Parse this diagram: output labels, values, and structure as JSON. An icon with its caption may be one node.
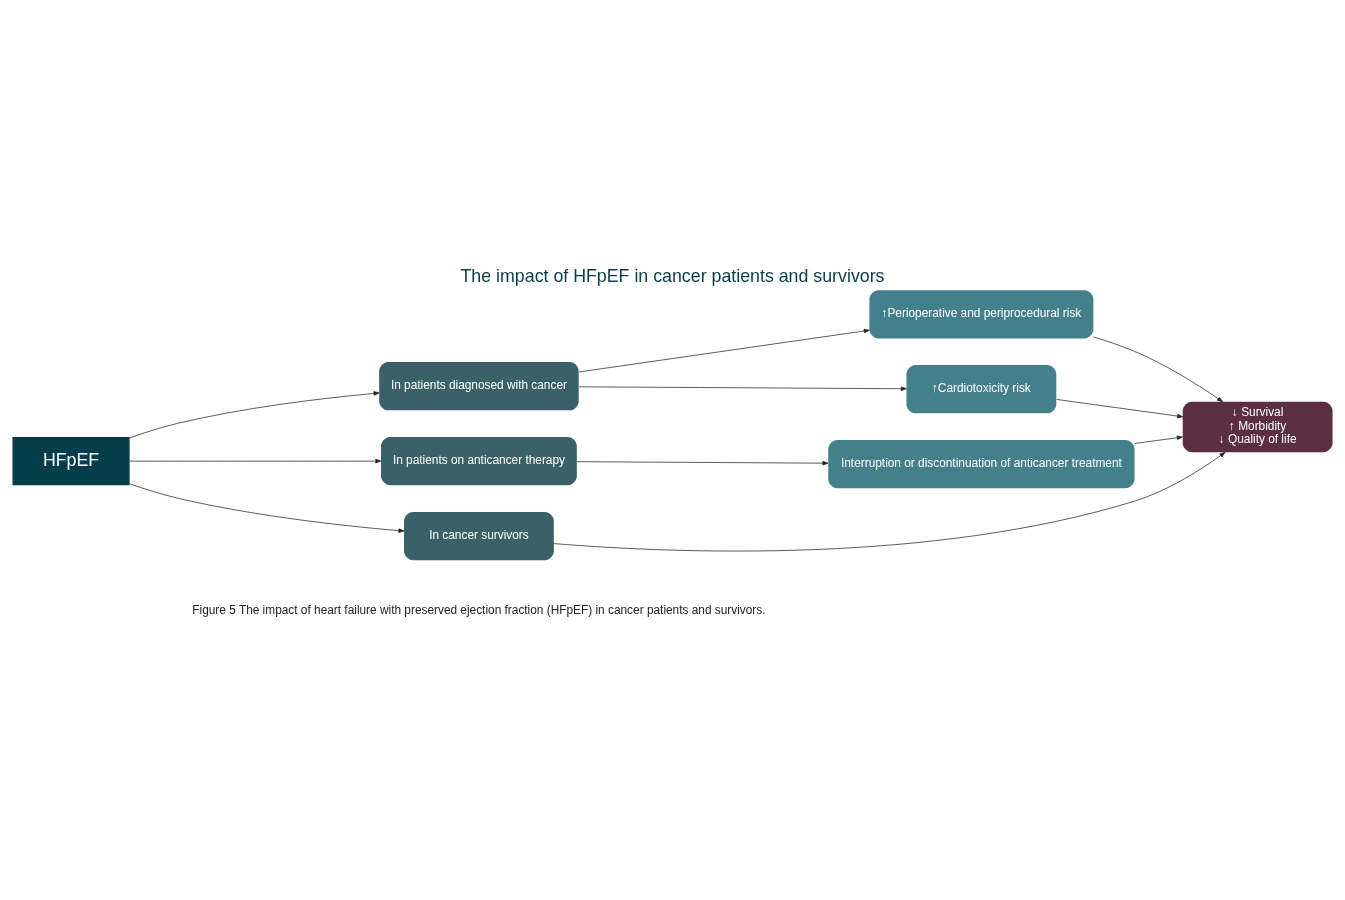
{
  "diagram": {
    "title": "The impact of HFpEF in cancer patients and survivors",
    "caption": "Figure 5 The impact of heart failure with preserved ejection fraction (HFpEF) in cancer patients and survivors.",
    "nodes": [
      {
        "text": [
          "HFpEF"
        ]
      },
      {
        "text": [
          "In patients diagnosed with cancer"
        ]
      },
      {
        "text": [
          "In patients on anticancer therapy"
        ]
      },
      {
        "text": [
          "In cancer survivors"
        ]
      },
      {
        "text": [
          "↑Perioperative and periprocedural risk"
        ]
      },
      {
        "text": [
          "↑Cardiotoxicity risk"
        ]
      },
      {
        "text": [
          "Interruption or discontinuation of anticancer treatment"
        ]
      },
      {
        "text": [
          "↓ Survival",
          "↑ Morbidity",
          "↓ Quality of life"
        ]
      }
    ],
    "edges": [
      {
        "from": 0,
        "to": 1,
        "arrow": "to"
      },
      {
        "from": 0,
        "to": 2,
        "arrow": "to"
      },
      {
        "from": 0,
        "to": 3,
        "arrow": "to"
      },
      {
        "from": 1,
        "to": 4,
        "arrow": "to"
      },
      {
        "from": 1,
        "to": 5,
        "arrow": "to"
      },
      {
        "from": 2,
        "to": 6,
        "arrow": "to"
      },
      {
        "from": 4,
        "to": 7,
        "arrow": "to"
      },
      {
        "from": 5,
        "to": 7,
        "arrow": "to"
      },
      {
        "from": 6,
        "to": 7,
        "arrow": "to"
      },
      {
        "from": 3,
        "to": 7,
        "arrow": "to"
      }
    ]
  }
}
